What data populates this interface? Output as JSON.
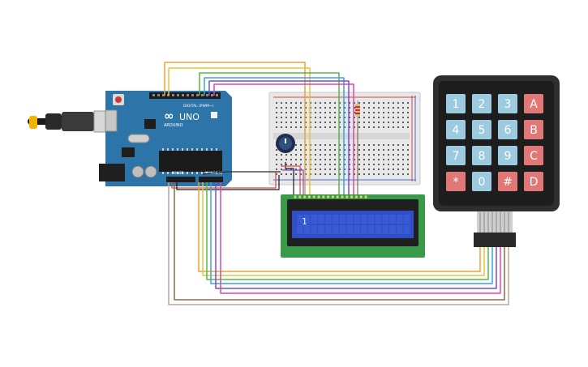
{
  "arduino": {
    "logo_text": "ARDUINO",
    "model": "UNO",
    "digital_header": "DIGITAL (PWM~)",
    "power_label": "POWER",
    "analog_label": "ANALOG IN"
  },
  "lcd": {
    "display_text": "1"
  },
  "keypad": {
    "keys": [
      "1",
      "2",
      "3",
      "A",
      "4",
      "5",
      "6",
      "B",
      "7",
      "8",
      "9",
      "C",
      "*",
      "0",
      "#",
      "D"
    ]
  },
  "colors": {
    "arduino_board": "#2d75a8",
    "breadboard": "#e8e8e8",
    "lcd_pcb": "#3a9a4a",
    "lcd_screen": "#2f4fc8",
    "keypad_body": "#2e2e2e",
    "key_blue": "#9ccbe0",
    "key_red": "#e07878"
  }
}
